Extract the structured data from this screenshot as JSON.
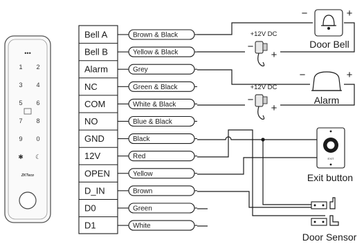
{
  "terminals": [
    {
      "label": "Bell A",
      "wire": "Brown & Black"
    },
    {
      "label": "Bell B",
      "wire": "Yellow & Black"
    },
    {
      "label": "Alarm",
      "wire": "Grey"
    },
    {
      "label": "NC",
      "wire": "Green & Black"
    },
    {
      "label": "COM",
      "wire": "White & Black"
    },
    {
      "label": "NO",
      "wire": "Blue & Black"
    },
    {
      "label": "GND",
      "wire": "Black"
    },
    {
      "label": "12V",
      "wire": "Red"
    },
    {
      "label": "OPEN",
      "wire": "Yellow"
    },
    {
      "label": "D_IN",
      "wire": "Brown"
    },
    {
      "label": "D0",
      "wire": "Green"
    },
    {
      "label": "D1",
      "wire": "White"
    }
  ],
  "devices": {
    "door_bell": "Door Bell",
    "alarm": "Alarm",
    "exit_button": "Exit button",
    "exit_button_text": "EXIT",
    "door_sensor": "Door Sensor",
    "psu_label": "+12V DC",
    "plus_sign": "+",
    "minus_sign": "−"
  },
  "keypad": {
    "brand": "ZKTeco",
    "dots": "•••",
    "keys": [
      "1",
      "2",
      "3",
      "4",
      "5",
      "6",
      "7",
      "8",
      "9",
      "0",
      "✱",
      "☾"
    ]
  }
}
